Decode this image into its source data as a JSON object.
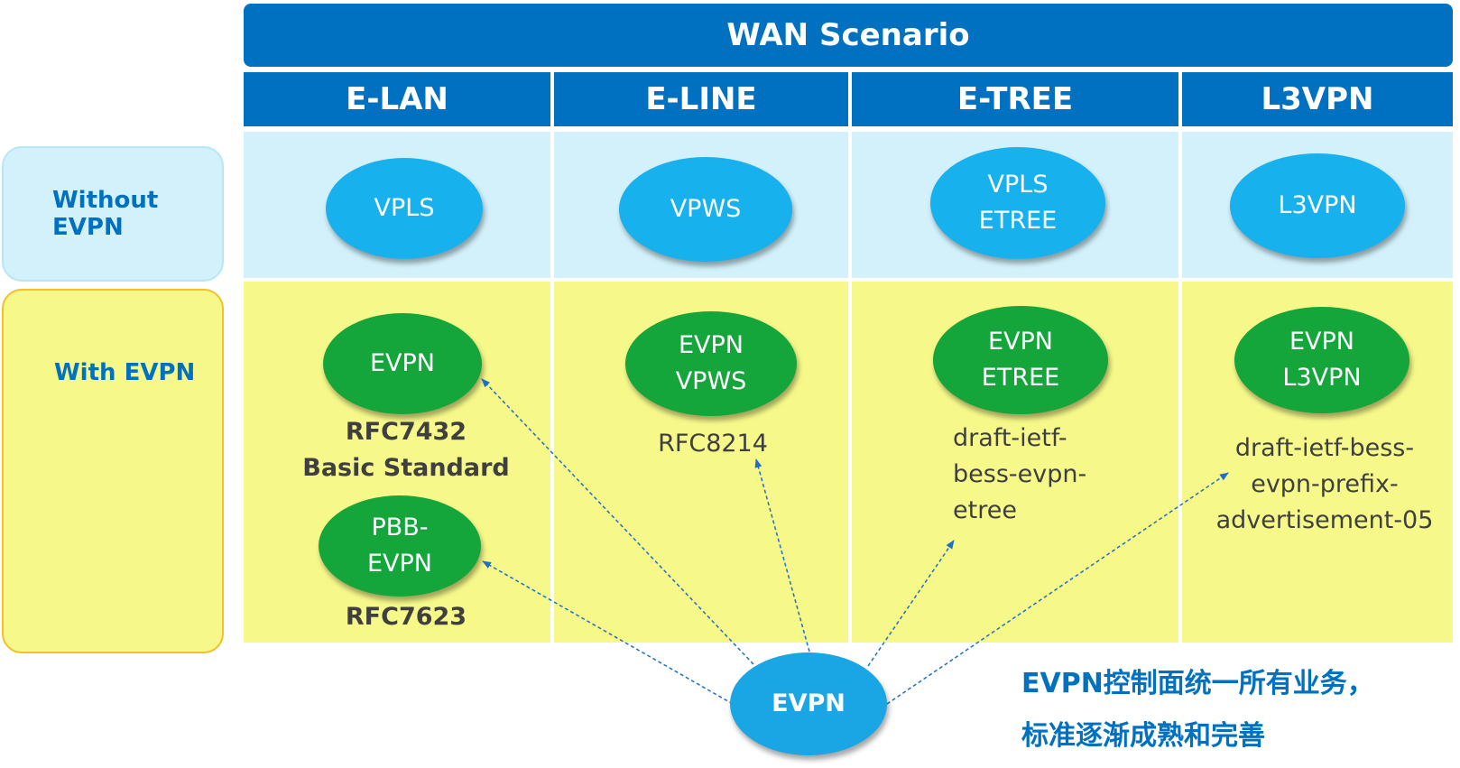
{
  "title": "WAN Scenario",
  "columns": [
    "E-LAN",
    "E-LINE",
    "E-TREE",
    "L3VPN"
  ],
  "rows": {
    "without": {
      "label": "Without EVPN",
      "items": [
        {
          "line1": "VPLS",
          "line2": ""
        },
        {
          "line1": "VPWS",
          "line2": ""
        },
        {
          "line1": "VPLS",
          "line2": "ETREE"
        },
        {
          "line1": "L3VPN",
          "line2": ""
        }
      ]
    },
    "with": {
      "label": "With EVPN",
      "items": [
        {
          "line1": "EVPN",
          "line2": "",
          "note1": "RFC7432",
          "note2": "Basic Standard"
        },
        {
          "line1": "PBB-",
          "line2": "EVPN",
          "note1": "RFC7623"
        },
        {
          "line1": "EVPN",
          "line2": "VPWS",
          "note1": "RFC8214"
        },
        {
          "line1": "EVPN",
          "line2": "ETREE",
          "note1": "draft-ietf-",
          "note2": "bess-evpn-",
          "note3": "etree"
        },
        {
          "line1": "EVPN",
          "line2": "L3VPN",
          "note1": "draft-ietf-bess-",
          "note2": "evpn-prefix-",
          "note3": "advertisement-05"
        }
      ]
    }
  },
  "center": {
    "label": "EVPN"
  },
  "caption": {
    "line1": "EVPN控制面统一所有业务，",
    "line2": "标准逐渐成熟和完善"
  },
  "colors": {
    "header": "#0070c0",
    "blue_row": "#d3f1fb",
    "yellow_row": "#f6f98a",
    "oval_blue": "#17b1ee",
    "oval_green": "#14a53b",
    "arrow": "#1f6fc4"
  }
}
